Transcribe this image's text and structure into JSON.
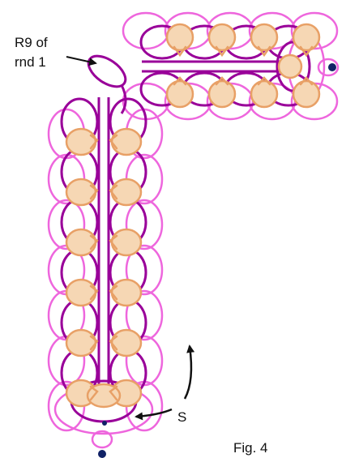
{
  "labels": {
    "r9_line1": "R9 of",
    "r9_line2": "rnd 1",
    "start": "S",
    "figure": "Fig. 4"
  },
  "colors": {
    "outer_pink": "#ee66dd",
    "inner_purple": "#990099",
    "center_orange": "#e8a066",
    "center_fill": "#f6d7b4",
    "bead_navy": "#112266",
    "arrow": "#111111"
  }
}
